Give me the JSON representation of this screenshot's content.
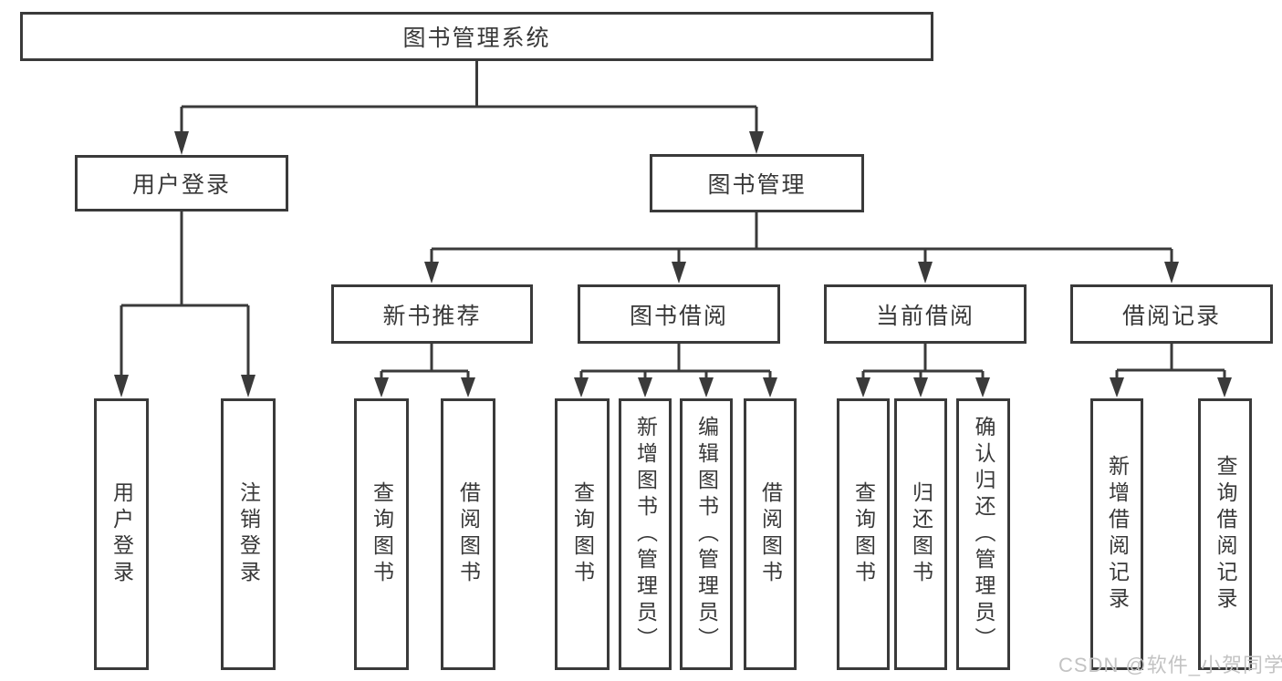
{
  "diagram": {
    "root": "图书管理系统",
    "branches": {
      "user_login": "用户登录",
      "book_mgmt": "图书管理"
    },
    "modules": [
      "新书推荐",
      "图书借阅",
      "当前借阅",
      "借阅记录"
    ],
    "leaves": {
      "user_login": [
        "用户登录",
        "注销登录"
      ],
      "new_book": [
        "查询图书",
        "借阅图书"
      ],
      "book_borrow": [
        "查询图书",
        "新增图书（管理员）",
        "编辑图书（管理员）",
        "借阅图书"
      ],
      "current_borrow": [
        "查询图书",
        "归还图书",
        "确认归还（管理员）"
      ],
      "borrow_record": [
        "新增借阅记录",
        "查询借阅记录"
      ]
    }
  },
  "watermark": "CSDN @软件_小贺同学",
  "colors": {
    "line": "#3a3a3a",
    "text": "#383838",
    "watermark": "#c3c3c3",
    "background": "#ffffff"
  }
}
